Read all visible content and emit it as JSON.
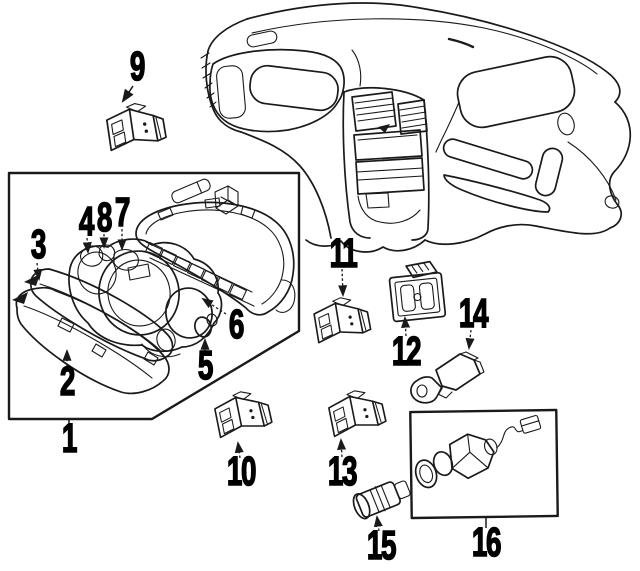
{
  "diagram": {
    "kind": "exploded-parts-line-diagram",
    "subject": "instrument-panel-cluster-and-switches",
    "colors": {
      "background": "#ffffff",
      "line": "#1a1a1a",
      "label": "#000000"
    },
    "callouts": [
      {
        "label": "1"
      },
      {
        "label": "2"
      },
      {
        "label": "3"
      },
      {
        "label": "4"
      },
      {
        "label": "5"
      },
      {
        "label": "6"
      },
      {
        "label": "7"
      },
      {
        "label": "8"
      },
      {
        "label": "9"
      },
      {
        "label": "10"
      },
      {
        "label": "11"
      },
      {
        "label": "12"
      },
      {
        "label": "13"
      },
      {
        "label": "14"
      },
      {
        "label": "15"
      },
      {
        "label": "16"
      }
    ]
  }
}
